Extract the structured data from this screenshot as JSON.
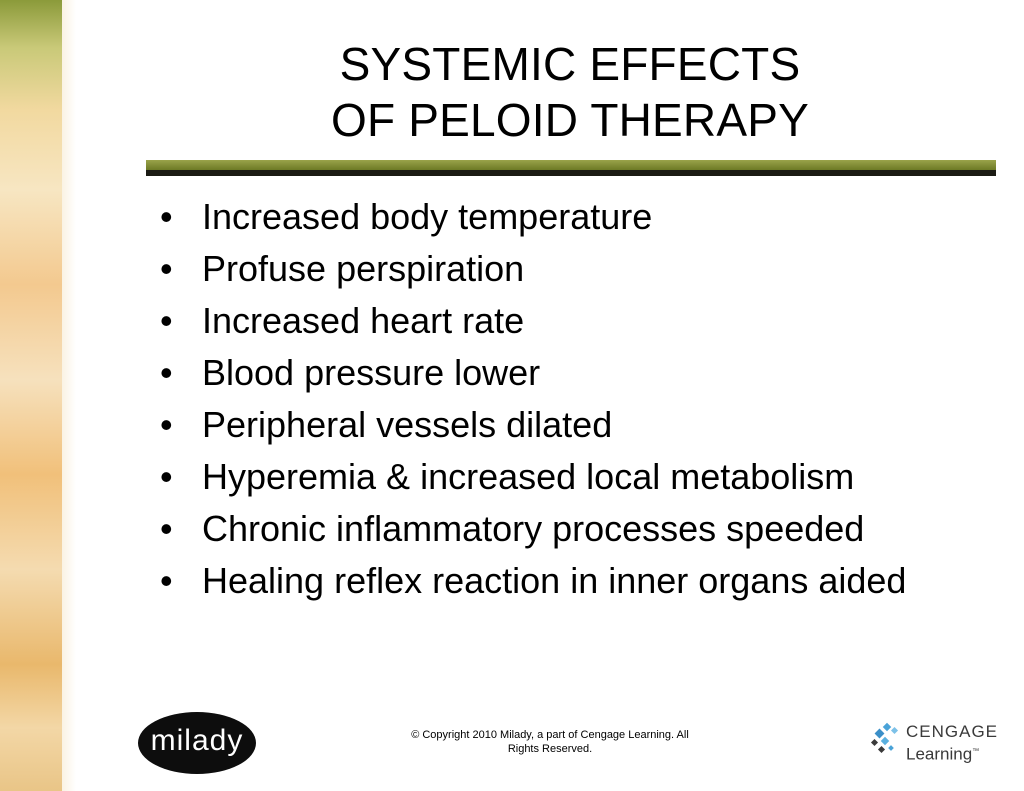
{
  "slide": {
    "title_lines": [
      "SYSTEMIC EFFECTS",
      "OF PELOID THERAPY"
    ],
    "bullet_glyph": "•",
    "bullets": [
      "Increased body temperature",
      "Profuse perspiration",
      "Increased heart rate",
      "Blood pressure lower",
      "Peripheral vessels dilated",
      "Hyperemia & increased local metabolism",
      "Chronic inflammatory processes speeded",
      "Healing reflex reaction in inner organs aided"
    ]
  },
  "footer": {
    "copyright_line1": "© Copyright 2010 Milady, a part of Cengage Learning. All",
    "copyright_line2": "Rights Reserved.",
    "milady_logo_text": "milady",
    "cengage_logo_line1": "CENGAGE",
    "cengage_logo_line2": "Learning",
    "cengage_tm": "™"
  },
  "colors": {
    "rule_olive": "#8a9636",
    "rule_dark": "#1b1b14",
    "cengage_blue": "#4aa3d8",
    "cengage_gray": "#3a3a3a"
  },
  "icons": [
    "cengage-mark-icon"
  ]
}
